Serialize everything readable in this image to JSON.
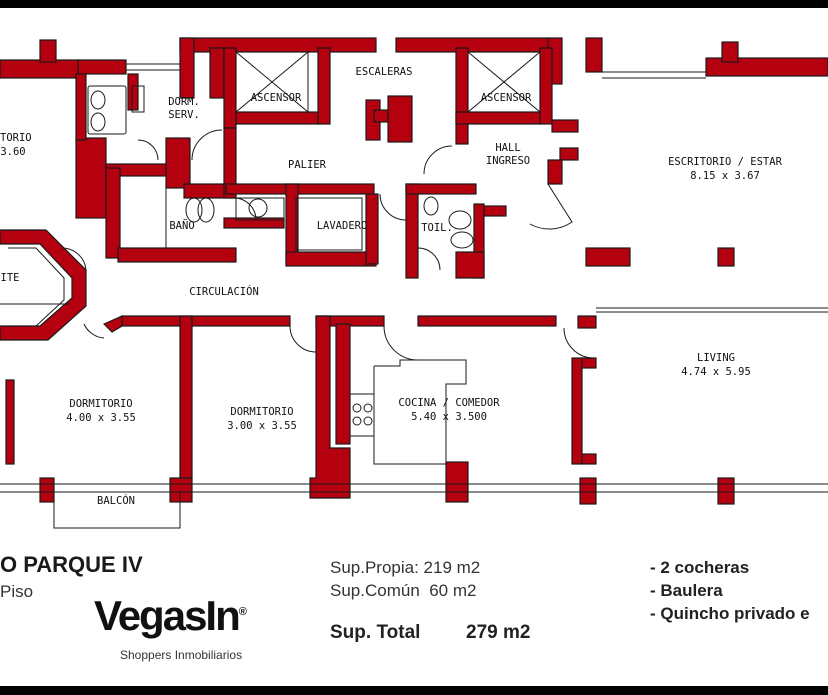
{
  "rooms": {
    "torio": "TORIO",
    "torio_dim": "3.60",
    "dorm_serv": "DORM.\nSERV.",
    "ascensor_1": "ASCENSOR",
    "escaleras": "ESCALERAS",
    "ascensor_2": "ASCENSOR",
    "palier": "PALIER",
    "hall_ingreso": "HALL\nINGRESO",
    "escritorio": "ESCRITORIO / ESTAR",
    "escritorio_dim": "8.15 x 3.67",
    "bano": "BAÑO",
    "lavadero": "LAVADERO",
    "toil": "TOIL.",
    "ite": "ITE",
    "circulacion": "CIRCULACIÓN",
    "dormitorio_1": "DORMITORIO",
    "dormitorio_1_dim": "4.00 x 3.55",
    "dormitorio_2": "DORMITORIO",
    "dormitorio_2_dim": "3.00 x 3.55",
    "cocina": "COCINA / COMEDOR",
    "cocina_dim": "5.40 x 3.500",
    "living": "LIVING",
    "living_dim": "4.74 x 5.95",
    "balcon": "BALCÓN"
  },
  "info": {
    "building_name": "O PARQUE IV",
    "floor": "Piso",
    "sup_propia": "Sup.Propia: 219 m2",
    "sup_comun": "Sup.Común  60 m2",
    "sup_total_label": "Sup. Total",
    "sup_total_value": "279 m2",
    "features": [
      "- 2 cocheras",
      "- Baulera",
      "- Quincho privado e"
    ]
  },
  "brand": {
    "logo_text": "VegasIn",
    "registered": "®",
    "tagline": "Shoppers Inmobiliarios"
  },
  "colors": {
    "wall": "#b5000f",
    "outline": "#1a1a1a",
    "background": "#ffffff",
    "border": "#000000"
  }
}
